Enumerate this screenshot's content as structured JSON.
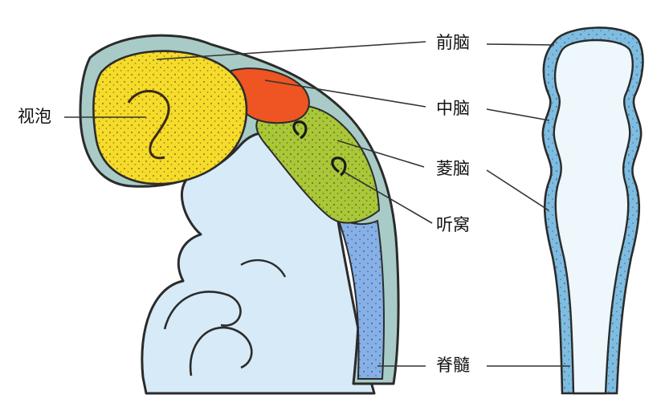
{
  "labels": {
    "forebrain": "前脑",
    "optic_vesicle": "视泡",
    "midbrain": "中脑",
    "hindbrain": "菱脑",
    "otic_pit": "听窝",
    "spinal_cord": "脊髓"
  },
  "colors": {
    "optic_vesicle": "#f6dc2a",
    "midbrain": "#ee5522",
    "hindbrain": "#a8c838",
    "spinal_cord": "#86b0e6",
    "neural_tube_wall": "#7fbde0",
    "embryo_body": "#d6eaf7",
    "outline": "#2b2b2b"
  }
}
